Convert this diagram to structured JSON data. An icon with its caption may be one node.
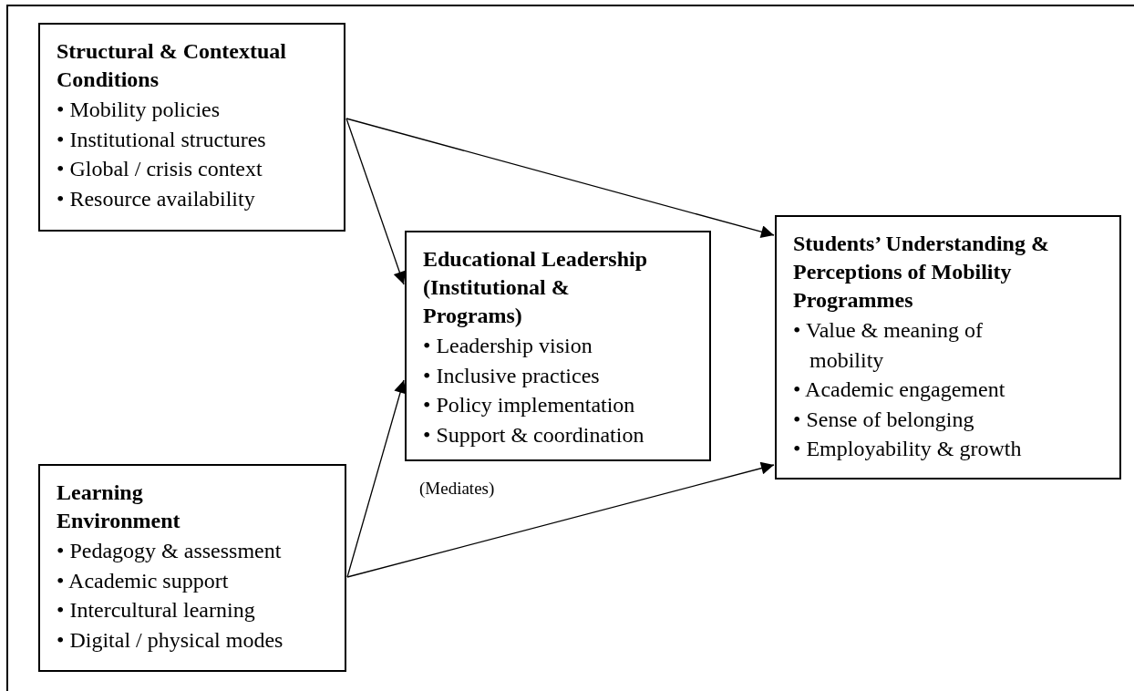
{
  "diagram": {
    "nodes": [
      {
        "text": [
          "Structural & Contextual Conditions",
          "• Mobility policies",
          "• Institutional structures",
          "• Global / crisis context",
          "• Resource availability"
        ]
      },
      {
        "text": [
          "Educational Leadership (Institutional & Programs)",
          "• Leadership vision",
          "• Inclusive practices",
          "• Policy implementation",
          "• Support & coordination"
        ],
        "beside": [
          "(Mediates)"
        ]
      },
      {
        "text": [
          "Students’ Understanding & Perceptions of Mobility Programmes",
          "• Value & meaning of mobility",
          "• Academic engagement",
          "• Sense of belonging",
          "• Employability & growth"
        ]
      },
      {
        "text": [
          "Learning Environment",
          "• Pedagogy & assessment",
          "• Academic support",
          "• Intercultural learning",
          "• Digital / physical modes"
        ]
      }
    ],
    "edges": [
      {
        "from": 0,
        "to": 1,
        "arrow": "to"
      },
      {
        "from": 0,
        "to": 2,
        "arrow": "to"
      },
      {
        "from": 3,
        "to": 1,
        "arrow": "to"
      },
      {
        "from": 3,
        "to": 2,
        "arrow": "to"
      }
    ]
  }
}
